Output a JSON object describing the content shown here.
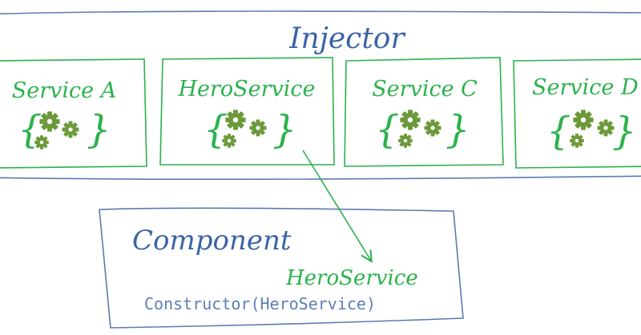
{
  "injector": {
    "title": "Injector"
  },
  "services": [
    {
      "label": "Service A"
    },
    {
      "label": "HeroService"
    },
    {
      "label": "Service C"
    },
    {
      "label": "Service D"
    }
  ],
  "component": {
    "title": "Component",
    "injected_service": "HeroService",
    "constructor_text": "Constructor(HeroService)"
  },
  "colors": {
    "blue_outline": "#5b7bb0",
    "blue_text": "#3a64a6",
    "green": "#2bb24c",
    "gear": "#6c9a3a",
    "constructor_text": "#5d7fb5"
  }
}
